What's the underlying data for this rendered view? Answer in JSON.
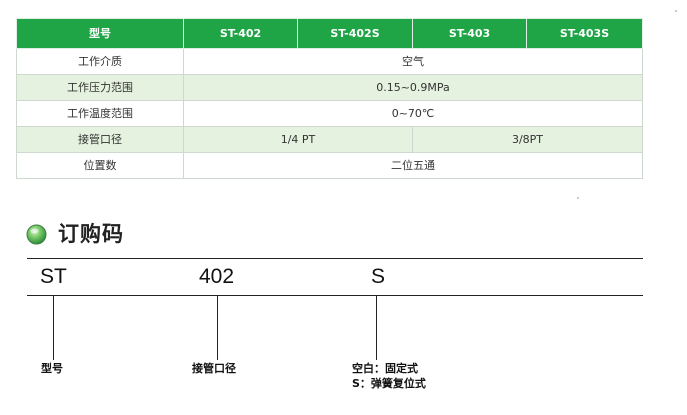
{
  "spec_table": {
    "header": [
      "型号",
      "ST-402",
      "ST-402S",
      "ST-403",
      "ST-403S"
    ],
    "rows": {
      "medium": {
        "label": "工作介质",
        "value": "空气"
      },
      "pressure": {
        "label": "工作压力范围",
        "value": "0.15~0.9MPa"
      },
      "temperature": {
        "label": "工作温度范围",
        "value": "0~70℃"
      },
      "port": {
        "label": "接管口径",
        "value_a": "1/4 PT",
        "value_b": "3/8PT"
      },
      "positions": {
        "label": "位置数",
        "value": "二位五通"
      }
    }
  },
  "order_code": {
    "title": "订购码",
    "parts": [
      "ST",
      "402",
      "S"
    ],
    "legend": {
      "model": "型号",
      "port": "接管口径",
      "option_blank": "空白：固定式",
      "option_s": "S：弹簧复位式"
    }
  },
  "colors": {
    "header_green": "#1fa546",
    "alt_row_green": "#e5f2df",
    "icon_green": "#3aa84a"
  },
  "icons": {
    "section_icon": "green-sphere-icon"
  }
}
